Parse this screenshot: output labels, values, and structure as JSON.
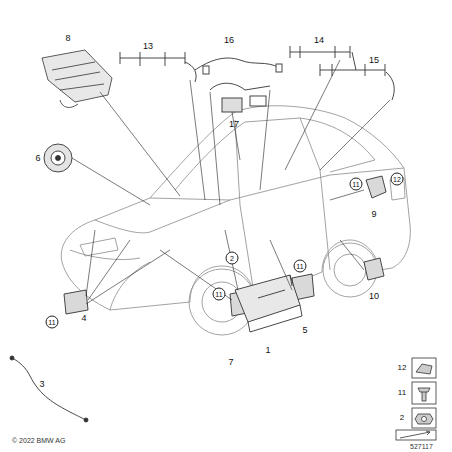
{
  "diagram": {
    "labels": [
      "8",
      "13",
      "16",
      "14",
      "15",
      "17",
      "6",
      "12",
      "11",
      "9",
      "2",
      "11",
      "10",
      "5",
      "11",
      "1",
      "7",
      "11",
      "4",
      "3",
      "12",
      "11",
      "2",
      "© 2022 BMW AG",
      "527117"
    ]
  }
}
